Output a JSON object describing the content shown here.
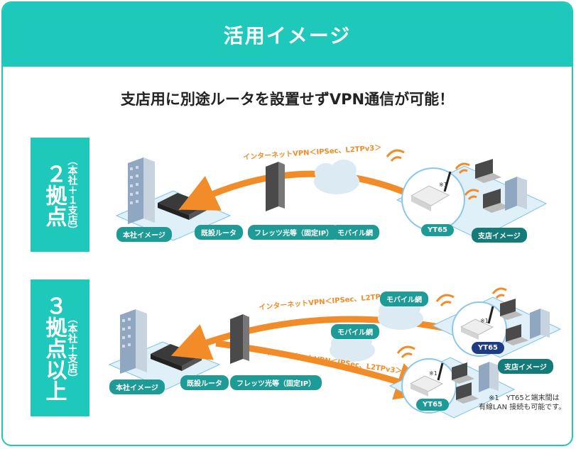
{
  "header": {
    "title": "活用イメージ"
  },
  "subtitle": "支店用に別途ルータを設置せずVPN通信が可能！",
  "section1": {
    "main": "２拠点",
    "sub": "（本社＋１支店）",
    "arrow_label": "インターネットVPN＜IPSec、L2TPv3＞",
    "labels": {
      "hq": "本社イメージ",
      "router": "既設ルータ",
      "flets": "フレッツ光等（固定IP）",
      "mobile": "モバイル網",
      "yt65": "YT65",
      "branch": "支店イメージ",
      "note_mark": "※1"
    }
  },
  "section2": {
    "main": "３拠点以上",
    "sub": "（本社＋支店）",
    "arrow_label_top": "インターネットVPN＜IPSec、L2TPv3＞",
    "arrow_label_bottom": "インターネットVPN＜IPSec、L2TPv3＞",
    "labels": {
      "mobile_top": "モバイル網",
      "mobile_mid": "モバイル網",
      "yt65_top": "YT65",
      "branch": "支店イメージ",
      "hq": "本社イメージ",
      "router": "既設ルータ",
      "flets": "フレッツ光等（固定IP）",
      "yt65_bottom": "YT65",
      "note_mark_top": "※1",
      "note_mark_bottom": "※1"
    },
    "note_line1": "※1　YT65と端末間は",
    "note_line2": "有線LAN 接続も可能です。"
  },
  "colors": {
    "accent": "#1ec9bc",
    "arrow": "#f28c28",
    "label": "#1e9b96",
    "yt65": "#1e3c86"
  }
}
